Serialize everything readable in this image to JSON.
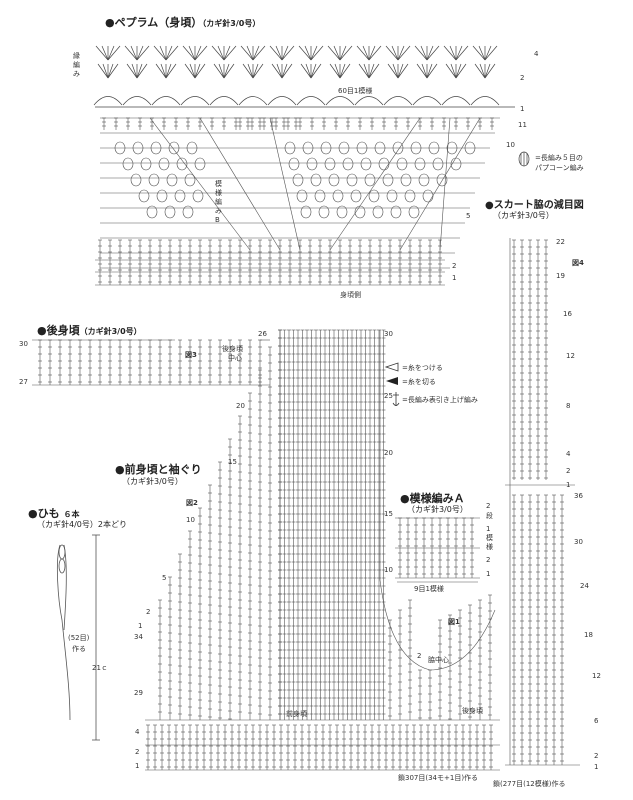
{
  "peplum": {
    "title": "●ペプラム（身頃）",
    "hook": "（カギ針3/0号）",
    "edge_label": "縁編み",
    "repeat": "60目1模様",
    "pattern_b": "模様編みB",
    "bottom": "身頃側",
    "legend_popcorn_1": "=長編み５目の",
    "legend_popcorn_2": "パプコーン編み",
    "rows": [
      "4",
      "2",
      "1",
      "11",
      "10",
      "5",
      "2",
      "1"
    ]
  },
  "skirt": {
    "title": "●スカート脇の減目図",
    "hook": "（カギ針3/0号）",
    "fig": "図4",
    "rows": [
      "22",
      "19",
      "16",
      "12",
      "8",
      "4",
      "2",
      "1",
      "36",
      "30",
      "24",
      "18",
      "12",
      "6",
      "2",
      "1"
    ],
    "bottom": "鎖(277目(12模様)作る"
  },
  "back": {
    "title": "●後身頃",
    "hook": "（カギ針3/0号）",
    "fig": "図3",
    "center_1": "後身頃",
    "center_2": "中心",
    "row_top": "30",
    "row_bottom": "27"
  },
  "legend": {
    "attach": "=糸をつける",
    "cut": "=糸を切る",
    "post": "=長編み表引き上げ編み"
  },
  "front": {
    "title": "●前身頃と袖ぐり",
    "hook": "（カギ針3/0号）",
    "fig": "図2",
    "rows_left": [
      "26",
      "20",
      "15",
      "10",
      "5",
      "2",
      "1",
      "34",
      "29",
      "4",
      "2",
      "1"
    ],
    "rows_right": [
      "30",
      "25",
      "20",
      "15",
      "10"
    ],
    "side_center": "脇中心",
    "front_label": "前身頃",
    "back_label": "後身頃",
    "fig1": "図1",
    "bottom": "鎖307目(34モ+1目)作る",
    "two": "2"
  },
  "pattern_a": {
    "title": "●模様編みＡ",
    "hook": "（カギ針3/0号）",
    "row_2": "2",
    "row_2_unit": "段",
    "row_1": "1",
    "row_1_unit": "模様",
    "rows": [
      "2",
      "1"
    ],
    "repeat": "9目1模様"
  },
  "cord": {
    "title": "●ひも",
    "count": "６本",
    "hook": "（カギ針4/0号）2本どり",
    "chain_1": "(52目)",
    "chain_2": "作る",
    "length": "21ｃ"
  }
}
